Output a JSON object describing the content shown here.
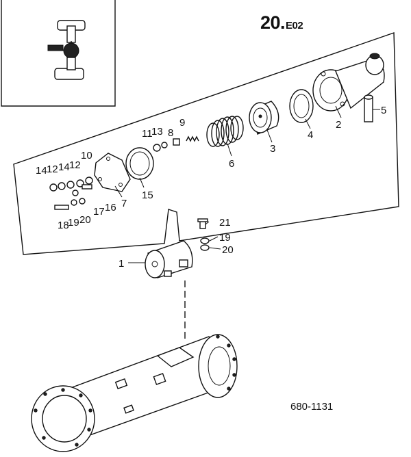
{
  "header": {
    "page_number": "20.",
    "page_suffix": "E02"
  },
  "footer": {
    "drawing_ref": "680-1131"
  },
  "callouts": [
    {
      "id": "c1",
      "label": "1"
    },
    {
      "id": "c2",
      "label": "2"
    },
    {
      "id": "c3",
      "label": "3"
    },
    {
      "id": "c4",
      "label": "4"
    },
    {
      "id": "c5",
      "label": "5"
    },
    {
      "id": "c6",
      "label": "6"
    },
    {
      "id": "c7",
      "label": "7"
    },
    {
      "id": "c8",
      "label": "8"
    },
    {
      "id": "c9",
      "label": "9"
    },
    {
      "id": "c10",
      "label": "10"
    },
    {
      "id": "c11",
      "label": "11"
    },
    {
      "id": "c12a",
      "label": "12"
    },
    {
      "id": "c12b",
      "label": "12"
    },
    {
      "id": "c13",
      "label": "13"
    },
    {
      "id": "c14a",
      "label": "14"
    },
    {
      "id": "c14b",
      "label": "14"
    },
    {
      "id": "c15",
      "label": "15"
    },
    {
      "id": "c16",
      "label": "16"
    },
    {
      "id": "c17",
      "label": "17"
    },
    {
      "id": "c18",
      "label": "18"
    },
    {
      "id": "c19a",
      "label": "19"
    },
    {
      "id": "c19b",
      "label": "19"
    },
    {
      "id": "c20a",
      "label": "20"
    },
    {
      "id": "c20b",
      "label": "20"
    },
    {
      "id": "c21",
      "label": "21"
    }
  ],
  "icons": {
    "vehicle_locator": "axle-locator-icon"
  }
}
